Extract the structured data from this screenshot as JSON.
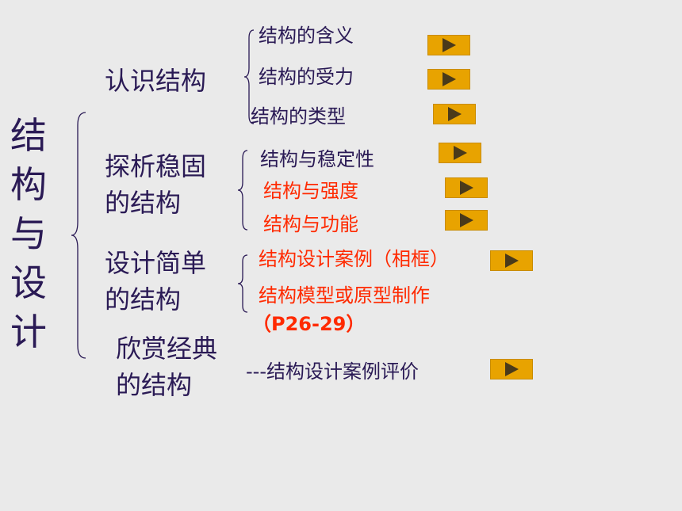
{
  "title": "结构与设计",
  "sections": [
    {
      "label": "认识结构",
      "items": [
        {
          "text": "结构的含义"
        },
        {
          "text": "结构的受力"
        },
        {
          "text": "结构的类型"
        }
      ]
    },
    {
      "label_line1": "探析稳固",
      "label_line2": "的结构",
      "items": [
        {
          "text": "结构与稳定性"
        },
        {
          "text": "结构与强度"
        },
        {
          "text": "结构与功能"
        }
      ]
    },
    {
      "label_line1": "设计简单",
      "label_line2": "的结构",
      "items": [
        {
          "text": "结构设计案例（相框）"
        },
        {
          "text": "结构模型或原型制作"
        },
        {
          "text": "（P26-29）"
        }
      ]
    },
    {
      "label_line1": "欣赏经典",
      "label_line2": "的结构",
      "items": [
        {
          "text": "---结构设计案例评价"
        }
      ]
    }
  ],
  "icons": {
    "play": "play-icon"
  },
  "colors": {
    "text": "#2a1a55",
    "highlight": "#ff2a00",
    "button": "#e8a300",
    "background": "#eaeaea"
  }
}
